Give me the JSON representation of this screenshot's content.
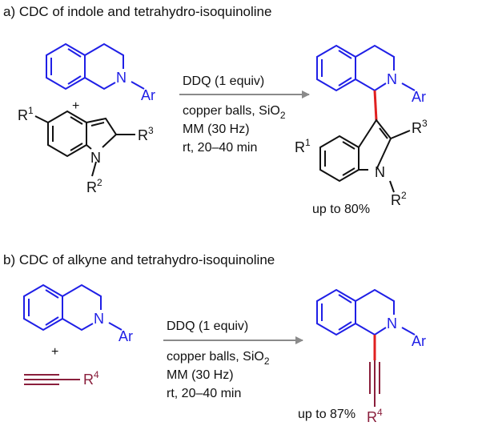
{
  "colors": {
    "isoquinoline": "#1f1fe6",
    "alkyne": "#8a1f3c",
    "new_bond": "#e02020",
    "arrow": "#8a8a8a",
    "text": "#111111"
  },
  "section_a": {
    "title": "a) CDC of indole and tetrahydro-isoquinoline",
    "reactant1": {
      "N": "N",
      "Ar": "Ar"
    },
    "plus": "+",
    "reactant2": {
      "R1": "R",
      "R1_sup": "1",
      "R2": "R",
      "R2_sup": "2",
      "R3": "R",
      "R3_sup": "3",
      "N": "N"
    },
    "conditions": {
      "line1": "DDQ (1 equiv)",
      "line2_main": "copper balls, SiO",
      "line2_sub": "2",
      "line3": "MM (30 Hz)",
      "line4": "rt, 20–40 min"
    },
    "product": {
      "N_ring": "N",
      "Ar": "Ar",
      "N_indole": "N",
      "R1": "R",
      "R1_sup": "1",
      "R2": "R",
      "R2_sup": "2",
      "R3": "R",
      "R3_sup": "3"
    },
    "yield": "up to 80%"
  },
  "section_b": {
    "title": "b) CDC of alkyne and tetrahydro-isoquinoline",
    "reactant1": {
      "N": "N",
      "Ar": "Ar"
    },
    "plus": "+",
    "reactant2": {
      "R4": "R",
      "R4_sup": "4"
    },
    "conditions": {
      "line1": "DDQ (1 equiv)",
      "line2_main": "copper balls, SiO",
      "line2_sub": "2",
      "line3": "MM (30 Hz)",
      "line4": "rt, 20–40 min"
    },
    "product": {
      "N": "N",
      "Ar": "Ar",
      "R4": "R",
      "R4_sup": "4"
    },
    "yield": "up to 87%"
  }
}
